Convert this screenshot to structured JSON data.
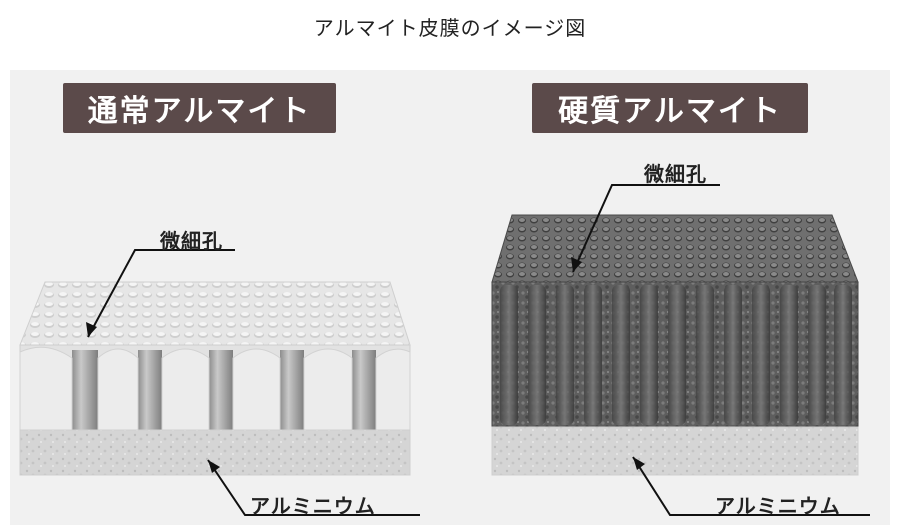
{
  "title": "アルマイト皮膜のイメージ図",
  "panels": {
    "left": {
      "badge": "通常アルマイト",
      "pore_label": "微細孔",
      "base_label": "アルミニウム"
    },
    "right": {
      "badge": "硬質アルマイト",
      "pore_label": "微細孔",
      "base_label": "アルミニウム"
    }
  },
  "colors": {
    "badge": "#5b4a4a",
    "panel": "#f1f1f1",
    "normal_film": "#dcdcdc",
    "hard_film": "#6a6a6a",
    "aluminum": "#cfcfcf"
  }
}
